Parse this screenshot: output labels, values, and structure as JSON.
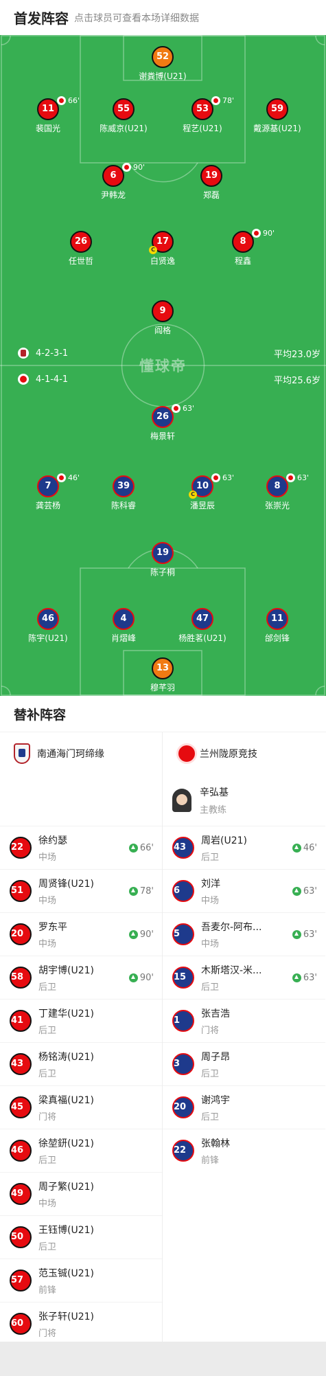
{
  "header": {
    "title": "首发阵容",
    "hint": "点击球员可查看本场详细数据"
  },
  "pitch": {
    "watermark": "懂球帝",
    "home_formation": "4-2-3-1",
    "home_avg_age": "平均23.0岁",
    "away_formation": "4-1-4-1",
    "away_avg_age": "平均25.6岁",
    "home_players": [
      {
        "num": "52",
        "name": "谢粪博(U21)",
        "kit": "orange"
      },
      {
        "num": "11",
        "name": "裴国光",
        "kit": "red",
        "sub": "66'"
      },
      {
        "num": "55",
        "name": "陈威京(U21)",
        "kit": "red"
      },
      {
        "num": "53",
        "name": "程艺(U21)",
        "kit": "red",
        "sub": "78'"
      },
      {
        "num": "59",
        "name": "戴源基(U21)",
        "kit": "red"
      },
      {
        "num": "6",
        "name": "尹韩龙",
        "kit": "red",
        "sub": "90'"
      },
      {
        "num": "19",
        "name": "郑磊",
        "kit": "red"
      },
      {
        "num": "26",
        "name": "任世哲",
        "kit": "red"
      },
      {
        "num": "17",
        "name": "白贤逸",
        "kit": "red",
        "captain": "C"
      },
      {
        "num": "8",
        "name": "程鑫",
        "kit": "red",
        "sub": "90'"
      },
      {
        "num": "9",
        "name": "阎格",
        "kit": "red"
      }
    ],
    "away_players": [
      {
        "num": "26",
        "name": "梅景轩",
        "kit": "blue",
        "sub": "63'"
      },
      {
        "num": "7",
        "name": "龚芸杨",
        "kit": "blue",
        "sub": "46'"
      },
      {
        "num": "39",
        "name": "陈科睿",
        "kit": "blue"
      },
      {
        "num": "10",
        "name": "潘昱辰",
        "kit": "blue",
        "sub": "63'",
        "captain": "C"
      },
      {
        "num": "8",
        "name": "张崇光",
        "kit": "blue",
        "sub": "63'"
      },
      {
        "num": "19",
        "name": "陈子桐",
        "kit": "blue"
      },
      {
        "num": "46",
        "name": "陈宇(U21)",
        "kit": "blue"
      },
      {
        "num": "4",
        "name": "肖熠峰",
        "kit": "blue"
      },
      {
        "num": "47",
        "name": "杨胜茗(U21)",
        "kit": "blue"
      },
      {
        "num": "11",
        "name": "邰剑锋",
        "kit": "blue"
      },
      {
        "num": "13",
        "name": "穆芊羽",
        "kit": "orange"
      }
    ]
  },
  "subs": {
    "title": "替补阵容",
    "home": {
      "team_name": "南通海门珂缔缘",
      "players": [
        {
          "num": "22",
          "name": "徐约瑟",
          "pos": "中场",
          "sub": "66'"
        },
        {
          "num": "51",
          "name": "周贤锋(U21)",
          "pos": "中场",
          "sub": "78'"
        },
        {
          "num": "20",
          "name": "罗东平",
          "pos": "中场",
          "sub": "90'"
        },
        {
          "num": "58",
          "name": "胡宇博(U21)",
          "pos": "后卫",
          "sub": "90'"
        },
        {
          "num": "41",
          "name": "丁建华(U21)",
          "pos": "后卫"
        },
        {
          "num": "43",
          "name": "杨铭涛(U21)",
          "pos": "后卫"
        },
        {
          "num": "45",
          "name": "梁真福(U21)",
          "pos": "门将"
        },
        {
          "num": "46",
          "name": "徐堃鈃(U21)",
          "pos": "后卫"
        },
        {
          "num": "49",
          "name": "周子繁(U21)",
          "pos": "中场"
        },
        {
          "num": "50",
          "name": "王钰博(U21)",
          "pos": "后卫"
        },
        {
          "num": "57",
          "name": "范玉铖(U21)",
          "pos": "前锋"
        },
        {
          "num": "60",
          "name": "张子轩(U21)",
          "pos": "门将"
        }
      ]
    },
    "away": {
      "team_name": "兰州陇原竞技",
      "coach_name": "辛弘基",
      "coach_role": "主教练",
      "players": [
        {
          "num": "43",
          "name": "周岩(U21)",
          "pos": "后卫",
          "sub": "46'"
        },
        {
          "num": "6",
          "name": "刘洋",
          "pos": "中场",
          "sub": "63'"
        },
        {
          "num": "5",
          "name": "吾麦尔-阿布...",
          "pos": "中场",
          "sub": "63'"
        },
        {
          "num": "15",
          "name": "木斯塔汉-米...",
          "pos": "后卫",
          "sub": "63'"
        },
        {
          "num": "1",
          "name": "张吉浩",
          "pos": "门将"
        },
        {
          "num": "3",
          "name": "周子昂",
          "pos": "后卫"
        },
        {
          "num": "20",
          "name": "谢鸿宇",
          "pos": "后卫"
        },
        {
          "num": "22",
          "name": "张翰林",
          "pos": "前锋"
        }
      ]
    }
  },
  "colors": {
    "pitch": "#37af52",
    "home_kit": "#e60b10",
    "away_kit": "#1e3a8c",
    "keeper_kit": "#f07a13",
    "sub_in": "#37af52"
  }
}
